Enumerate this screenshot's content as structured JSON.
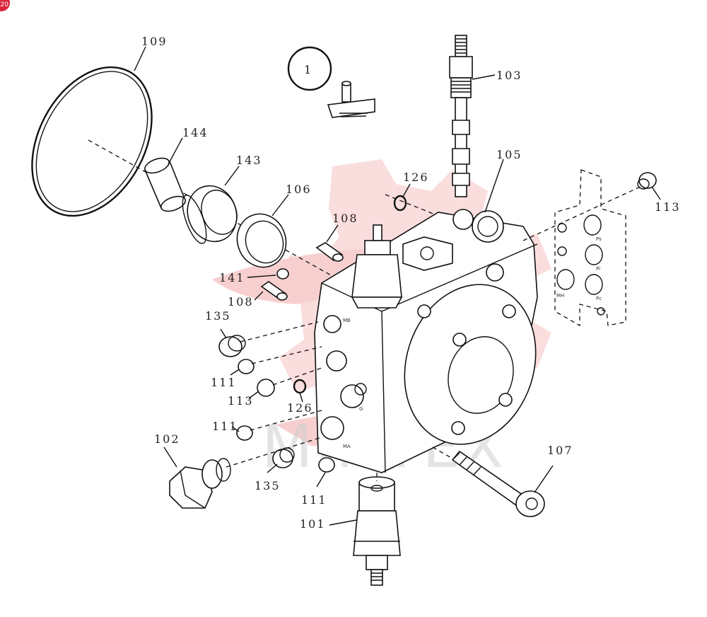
{
  "badge": "20",
  "watermark": "MINTEX",
  "parts": [
    {
      "id": "p1",
      "label": "1"
    },
    {
      "id": "p103",
      "label": "103"
    },
    {
      "id": "p109",
      "label": "109"
    },
    {
      "id": "p144",
      "label": "144"
    },
    {
      "id": "p143",
      "label": "143"
    },
    {
      "id": "p106",
      "label": "106"
    },
    {
      "id": "p108a",
      "label": "108"
    },
    {
      "id": "p126a",
      "label": "126"
    },
    {
      "id": "p105",
      "label": "105"
    },
    {
      "id": "p113a",
      "label": "113"
    },
    {
      "id": "p141",
      "label": "141"
    },
    {
      "id": "p108b",
      "label": "108"
    },
    {
      "id": "p135a",
      "label": "135"
    },
    {
      "id": "p111a",
      "label": "111"
    },
    {
      "id": "p113b",
      "label": "113"
    },
    {
      "id": "p126b",
      "label": "126"
    },
    {
      "id": "p111b",
      "label": "111"
    },
    {
      "id": "p102",
      "label": "102"
    },
    {
      "id": "p135b",
      "label": "135"
    },
    {
      "id": "p111c",
      "label": "111"
    },
    {
      "id": "p107",
      "label": "107"
    },
    {
      "id": "p101",
      "label": "101"
    }
  ],
  "port_marks": [
    "MB",
    "MA",
    "G",
    "Ps",
    "Pi",
    "Pc",
    "MH"
  ],
  "colors": {
    "watermark_red": "#f2a8a8",
    "badge": "#d9263c",
    "ink": "#111111"
  }
}
